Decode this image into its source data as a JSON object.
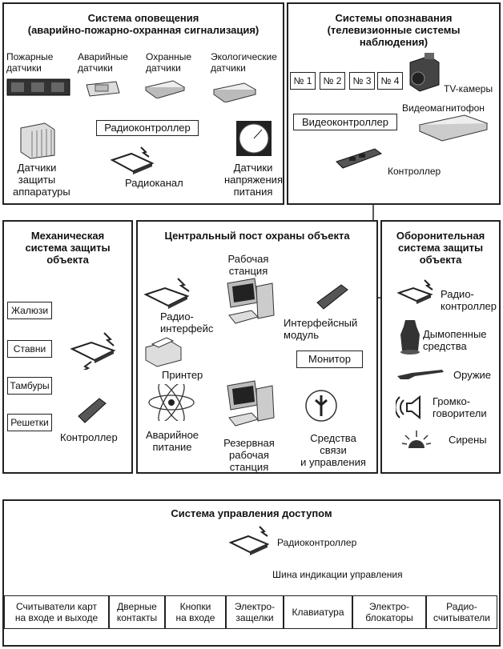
{
  "alert_system": {
    "title": "Система оповещения\n(аварийно-пожарно-охранная сигнализация)",
    "fire_sensors": "Пожарные\nдатчики",
    "emergency_sensors": "Аварийные\nдатчики",
    "security_sensors": "Охранные\nдатчики",
    "eco_sensors": "Экологические\nдатчики",
    "radio_controller": "Радиоконтроллер",
    "equipment_sensors": "Датчики\nзащиты\nаппаратуры",
    "radio_channel": "Радиоканал",
    "voltage_sensors": "Датчики\nнапряжения\nпитания"
  },
  "identification": {
    "title": "Системы опознавания\n(телевизионные системы\nнаблюдения)",
    "cameras": [
      "№ 1",
      "№ 2",
      "№ 3",
      "№ 4"
    ],
    "tv_cameras": "TV-камеры",
    "vcr": "Видеомагнитофон",
    "video_controller": "Видеоконтроллер",
    "controller": "Контроллер"
  },
  "mechanical": {
    "title": "Механическая\nсистема защиты\nобъекта",
    "items": [
      "Жалюзи",
      "Ставни",
      "Тамбуры",
      "Решетки"
    ],
    "controller": "Контроллер"
  },
  "central": {
    "title": "Центральный пост охраны объекта",
    "workstation": "Рабочая\nстанция",
    "radio_interface": "Радио-\nинтерфейс",
    "interface_module": "Интерфейсный\nмодуль",
    "printer": "Принтер",
    "monitor": "Монитор",
    "emergency_power": "Аварийное\nпитание",
    "backup_workstation": "Резервная\nрабочая\nстанция",
    "comm_means": "Средства\nсвязи\nи управления"
  },
  "defensive": {
    "title": "Оборонительная\nсистема защиты\nобъекта",
    "radio_controller": "Радио-\nконтроллер",
    "smoke": "Дымопенные\nсредства",
    "weapon": "Оружие",
    "loudspeakers": "Громко-\nговорители",
    "sirens": "Сирены"
  },
  "access": {
    "title": "Система управления доступом",
    "radio_controller": "Радиоконтроллер",
    "bus": "Шина индикации управления",
    "items": [
      "Считыватели карт\nна входе и выходе",
      "Дверные\nконтакты",
      "Кнопки\nна входе",
      "Электро-\nзащелки",
      "Клавиатура",
      "Электро-\nблокаторы",
      "Радио-\nсчитыватели"
    ]
  }
}
